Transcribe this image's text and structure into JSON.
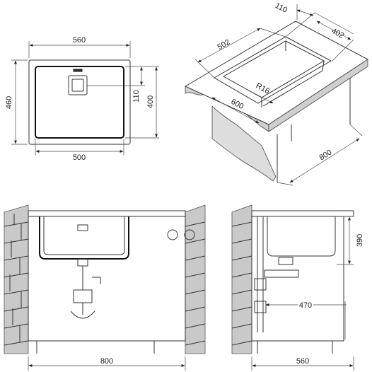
{
  "top_view": {
    "width_label": "560",
    "depth_label": "460",
    "inner_width_label": "500",
    "inner_depth_label": "400",
    "drain_offset_label": "110"
  },
  "iso_view": {
    "top_width_label": "110",
    "depth_label": "402",
    "inner_width_label": "502",
    "radius_label": "R16",
    "cabinet_width_label": "600",
    "cabinet_depth_label": "800"
  },
  "front_view": {
    "width_label": "800"
  },
  "side_view": {
    "height_label": "390",
    "drain_distance_label": "470",
    "width_label": "560"
  }
}
